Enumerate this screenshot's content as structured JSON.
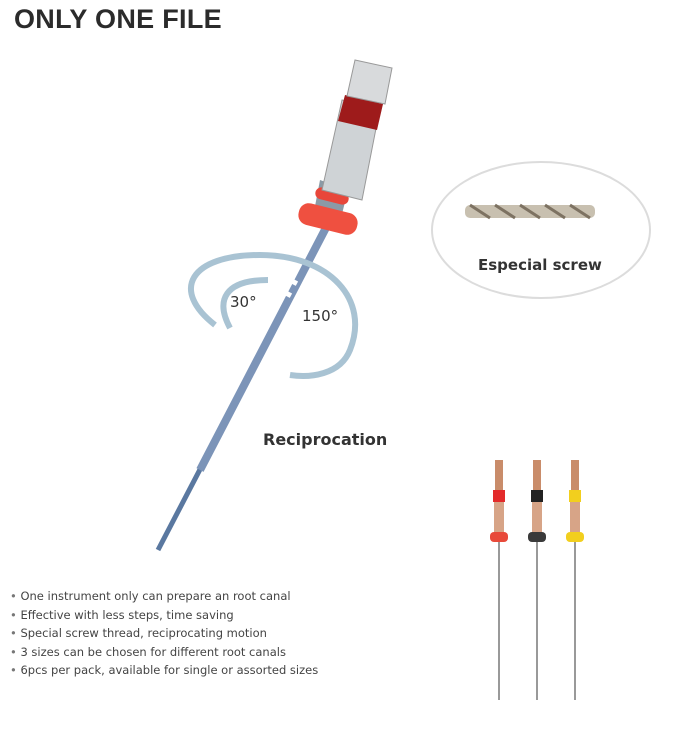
{
  "title": "ONLY ONE FILE",
  "angle_small": "30°",
  "angle_large": "150°",
  "motion_label": "Reciprocation",
  "inset_label": "Especial screw",
  "features": [
    "One instrument only can prepare an root canal",
    "Effective with less steps, time saving",
    "Special screw thread, reciprocating motion",
    "3 sizes can be chosen for different root canals",
    "6pcs per pack, available for single or assorted sizes"
  ],
  "colors": {
    "ring_red": "#e8463a",
    "band_red": "#9e1b1b",
    "black": "#222222",
    "yellow": "#f2cf1e",
    "arrow": "#a9c3d3"
  }
}
